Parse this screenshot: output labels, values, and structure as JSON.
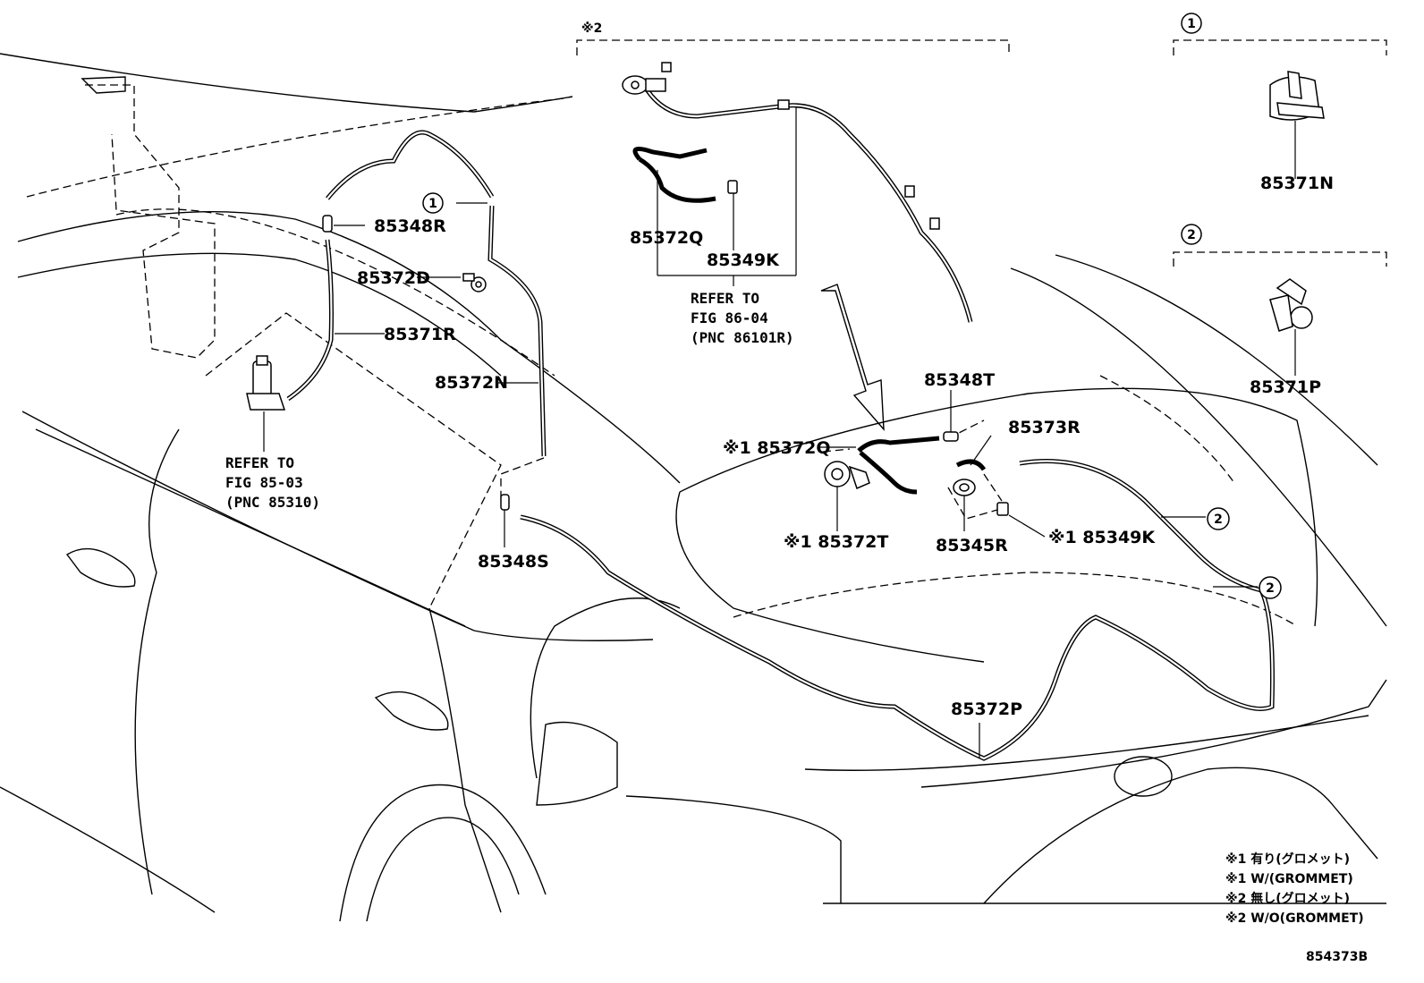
{
  "labels": {
    "p85371N": "85371N",
    "p85371P": "85371P",
    "p85348R": "85348R",
    "p85372D": "85372D",
    "p85371R": "85371R",
    "p85372N": "85372N",
    "p85348S": "85348S",
    "p85372Q_top": "85372Q",
    "p85349K_top": "85349K",
    "p85348T": "85348T",
    "p85373R": "85373R",
    "p85372Q_mid": "※1 85372Q",
    "p85372T": "※1 85372T",
    "p85345R": "85345R",
    "p85349K_mid": "※1 85349K",
    "p85372P": "85372P"
  },
  "references": {
    "ref1": [
      "REFER TO",
      "FIG 85-03",
      "(PNC 85310)"
    ],
    "ref2": [
      "REFER TO",
      "FIG 86-04",
      "(PNC 86101R)"
    ]
  },
  "group_marks": {
    "grommet_note_mark": "※2",
    "circle1": "1",
    "circle2": "2"
  },
  "legend": [
    "※1 有り(グロメット)",
    "※1 W/(GROMMET)",
    "※2 無し(グロメット)",
    "※2 W/O(GROMMET)"
  ],
  "figure_code": "854373B"
}
